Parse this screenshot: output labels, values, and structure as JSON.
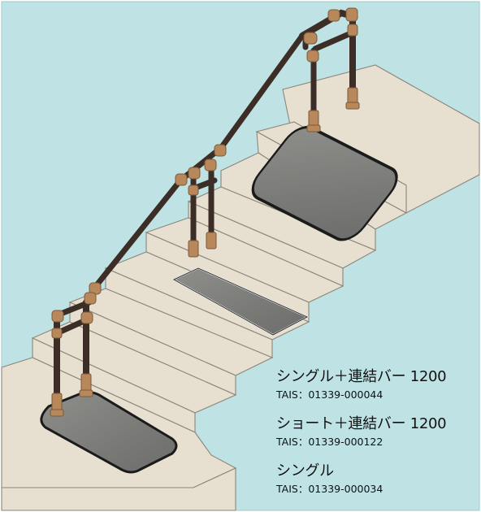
{
  "products": [
    {
      "name": "シングル＋連結バー 1200",
      "tais_prefix": "TAIS：",
      "tais_code": "01339-000044"
    },
    {
      "name": "ショート＋連結バー 1200",
      "tais_prefix": "TAIS：",
      "tais_code": "01339-000122"
    },
    {
      "name": "シングル",
      "tais_prefix": "TAIS：",
      "tais_code": "01339-000034"
    }
  ],
  "colors": {
    "background": "#bfe3e5",
    "stair_fill": "#e7e0d1",
    "stair_line": "#7a766c",
    "rail": "#3c2e27",
    "joint": "#b8875a",
    "base_plate": "#7b7b79",
    "base_rim": "#1b1b1b"
  }
}
